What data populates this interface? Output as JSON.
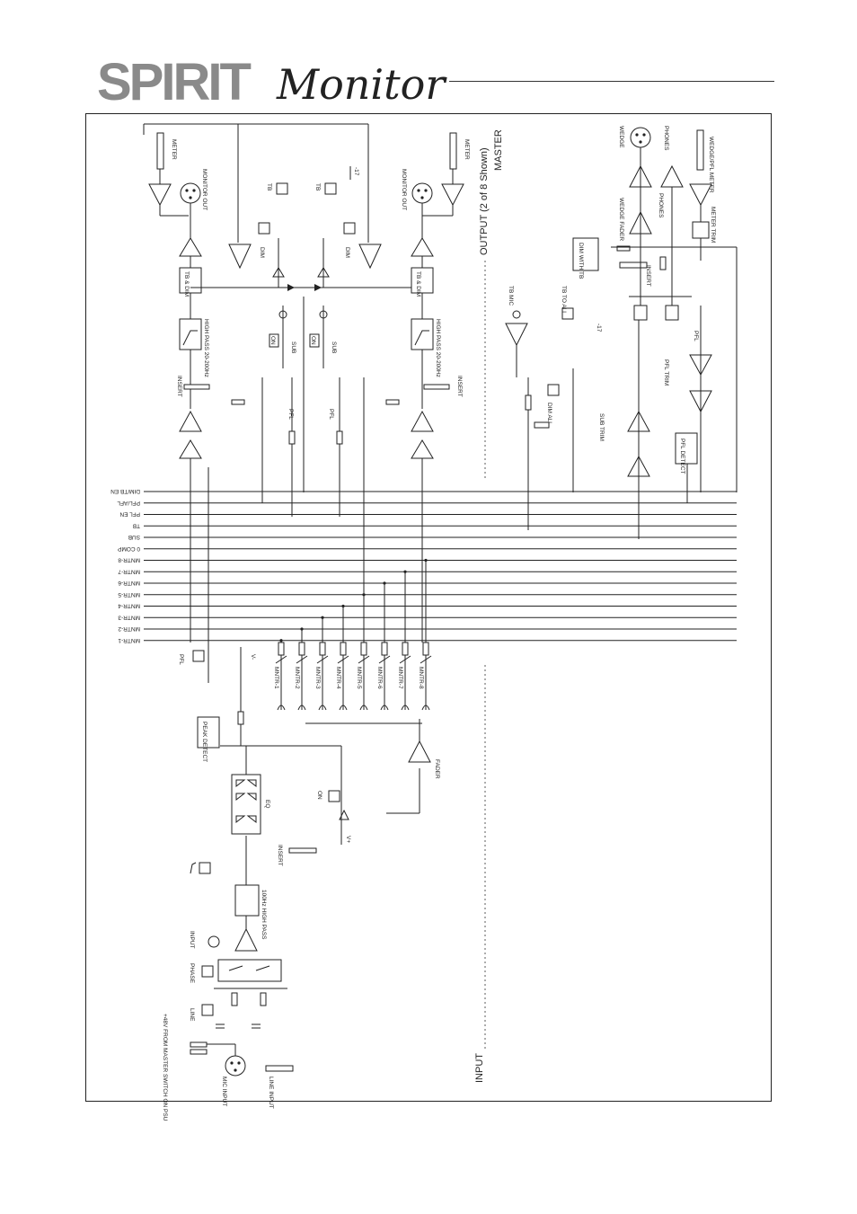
{
  "header": {
    "brand": "SPIRIT",
    "product": "Monitor"
  },
  "sections": {
    "output": "OUTPUT (2 of 8 Shown)",
    "master": "MASTER",
    "input": "INPUT"
  },
  "buses": [
    "DIM/TB EN",
    "PFL/AFL",
    "PFL EN",
    "TB",
    "SUB",
    "0 COMP",
    "MNTR-8",
    "MNTR-7",
    "MNTR-6",
    "MNTR-5",
    "MNTR-4",
    "MNTR-3",
    "MNTR-2",
    "MNTR-1"
  ],
  "output_labels": {
    "meter": "METER",
    "monitor_out": "MONITOR OUT",
    "tb_dim": "TB & DIM",
    "dim": "DIM",
    "tb": "TB",
    "t17": "-17",
    "high_pass": "HIGH PASS 20-200Hz",
    "sub": "SUB",
    "on": "ON",
    "insert": "INSERT",
    "pfl": "PFL"
  },
  "master_labels": {
    "tb_mic": "TB MIC",
    "tb_to_all": "TB TO ALL",
    "dim_all": "DIM ALL",
    "sub_trim": "SUB TRIM",
    "pfl_detect": "PFL DETECT",
    "pfl_trim": "PFL TRIM",
    "pfl": "PFL",
    "insert": "INSERT",
    "dim_with_tb": "DIM WITH TB",
    "wedge": "WEDGE",
    "wedge_fader": "WEDGE FADER",
    "phones": "PHONES",
    "wedge_pfl_meter": "WEDGE/PFL METER",
    "meter_trim": "METER TRIM",
    "t17": "-17"
  },
  "input_labels": {
    "mic_input": "MIC INPUT",
    "line_input": "LINE INPUT",
    "phantom": "+48V FROM MASTER SWITCH ON PSU",
    "line": "LINE",
    "phase": "PHASE",
    "input": "INPUT",
    "high_pass": "100Hz HIGH PASS",
    "insert": "INSERT",
    "eq": "EQ",
    "peak_detect": "PEAK DETECT",
    "pfl": "PFL",
    "v_minus": "V-",
    "v_plus": "V+",
    "on": "ON",
    "fader": "FADER",
    "sends": [
      "MNTR-1",
      "MNTR-2",
      "MNTR-3",
      "MNTR-4",
      "MNTR-5",
      "MNTR-6",
      "MNTR-7",
      "MNTR-8"
    ]
  }
}
